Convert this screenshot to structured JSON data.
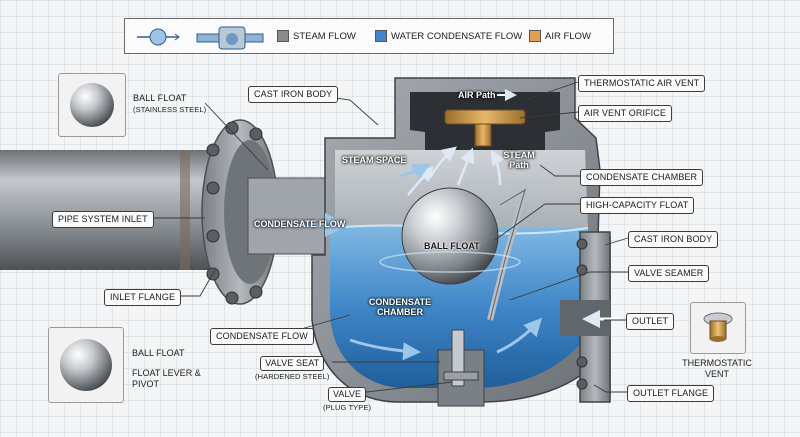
{
  "legend": {
    "items": [
      {
        "label": "STEAM FLOW",
        "color": "#8c8c8c"
      },
      {
        "label": "WATER CONDENSATE FLOW",
        "color": "#3f86c8"
      },
      {
        "label": "AIR FLOW",
        "color": "#e0a050"
      }
    ],
    "icons": [
      "float-trap-symbol-icon",
      "float-trap-assembly-icon"
    ]
  },
  "labels": {
    "ball_float_ss": {
      "title": "BALL FLOAT",
      "sub": "(STAINLESS STEEL)"
    },
    "cast_iron_body_top": "CAST IRON BODY",
    "thermostatic_air_vent": "THERMOSTATIC AIR VENT",
    "air_vent_orifice": "AIR VENT ORIFICE",
    "condensate_chamber_right": "CONDENSATE CHAMBER",
    "high_capacity_float": "HIGH-CAPACITY FLOAT",
    "cast_iron_body_right": "CAST IRON BODY",
    "valve_seamer": "VALVE SEAMER",
    "outlet": "OUTLET",
    "outlet_flange": "OUTLET FLANGE",
    "pipe_system_inlet": "PIPE SYSTEM INLET",
    "inlet_flange": "INLET FLANGE",
    "condensate_flow": "CONDENSATE FLOW",
    "valve_seat": {
      "title": "VALVE SEAT",
      "sub": "(HARDENED STEEL)"
    },
    "valve": {
      "title": "VALVE",
      "sub": "(PLUG TYPE)"
    },
    "ball_float_bottom": "BALL FLOAT",
    "float_lever": "FLOAT LEVER & PIVOT",
    "thermostatic_vent": "THERMOSTATIC VENT"
  },
  "inner": {
    "air_path": "AIR Path",
    "steam_space": "STEAM SPACE",
    "steam_path": "STEAM Path",
    "condensate_flow": "CONDENSATE FLOW",
    "ball_float": "BALL FLOAT",
    "condensate_chamber": "CONDENSATE CHAMBER"
  },
  "colors": {
    "steel": "#8f959b",
    "water": "#3f86c8",
    "air_vent_brass": "#c9974a",
    "background": "#f4f5f6"
  }
}
